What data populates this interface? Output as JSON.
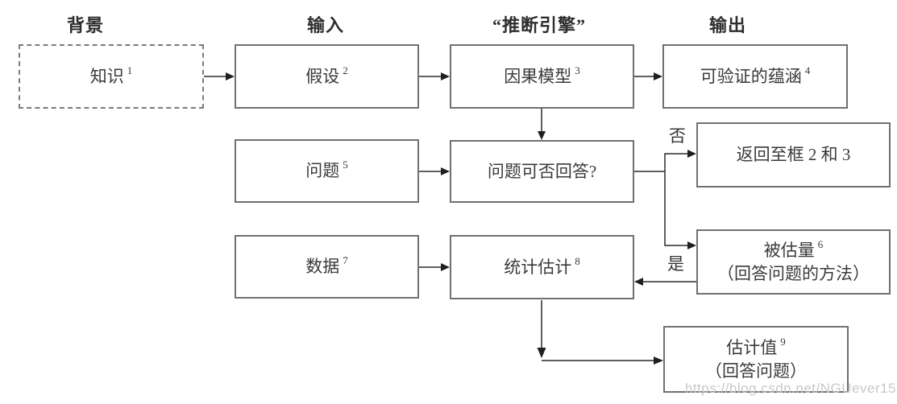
{
  "headers": {
    "background": "背景",
    "input": "输入",
    "engine": "“推断引擎”",
    "output": "输出"
  },
  "boxes": [
    {
      "label": "知识",
      "sup": "1"
    },
    {
      "label": "假设",
      "sup": "2"
    },
    {
      "label": "因果模型",
      "sup": "3"
    },
    {
      "label": "可验证的蕴涵",
      "sup": "4"
    },
    {
      "label": "问题",
      "sup": "5"
    },
    {
      "label": "问题可否回答?",
      "sup": ""
    },
    {
      "label": "返回至框 2 和 3",
      "sup": ""
    },
    {
      "label": "数据",
      "sup": "7"
    },
    {
      "label": "统计估计",
      "sup": "8"
    },
    {
      "label": "被估量",
      "sup": "6",
      "sub": "（回答问题的方法）"
    },
    {
      "label": "估计值",
      "sup": "9",
      "sub": "（回答问题）"
    }
  ],
  "edge_labels": {
    "no": "否",
    "yes": "是"
  },
  "watermark": "https://blog.csdn.net/NGUever15",
  "colors": {
    "background": "#ffffff",
    "line": "#2b2b2b",
    "box_border": "#707070",
    "text": "#3a3a3a",
    "watermark": "#c8c8c8"
  }
}
